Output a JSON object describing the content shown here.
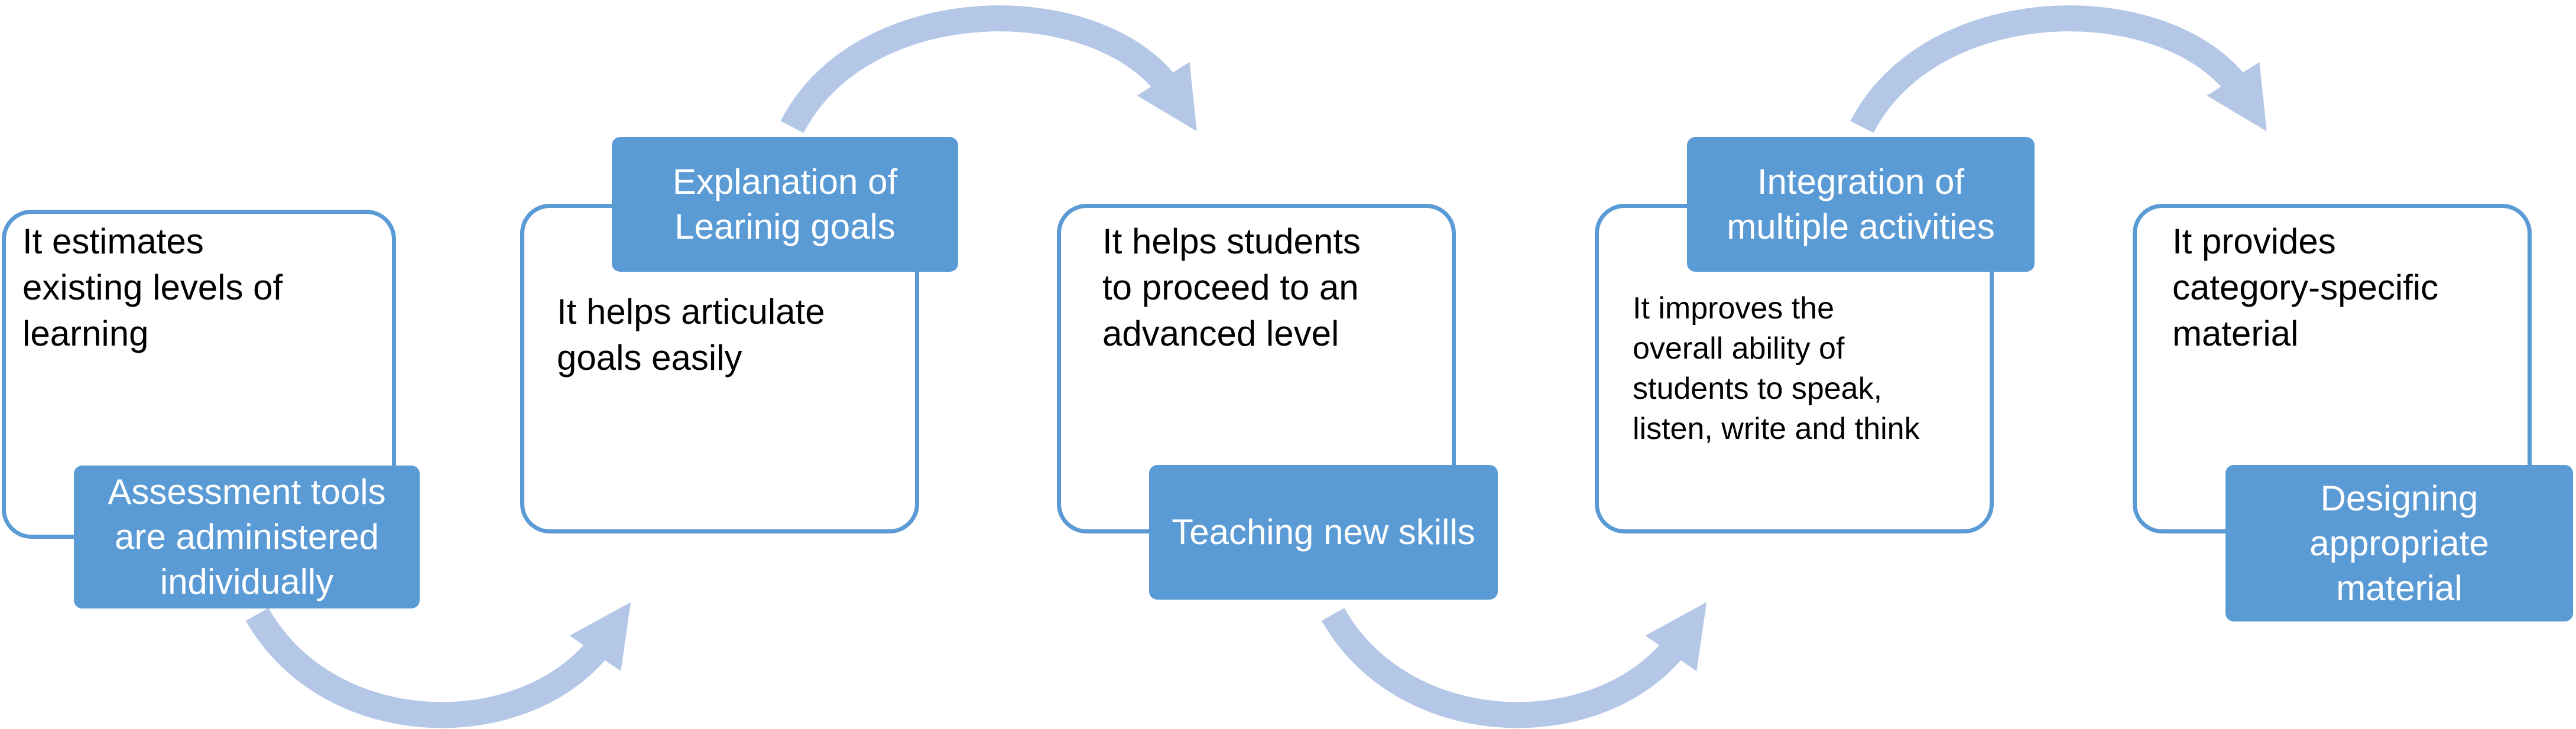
{
  "colors": {
    "box_border": "#5b9bd5",
    "label_fill": "#5b9bd5",
    "arrow_fill": "#b4c7e7",
    "label_text": "#ffffff",
    "body_text": "#000000"
  },
  "steps": [
    {
      "description": "It estimates\nexisting levels of\nlearning",
      "label": "Assessment tools\nare administered\nindividually"
    },
    {
      "description": "It helps articulate\ngoals easily",
      "label": "Explanation of\nLearinig goals"
    },
    {
      "description": "It helps students\nto proceed to an\nadvanced level",
      "label": "Teaching new skills"
    },
    {
      "description": "It improves the\noverall ability of\nstudents to speak,\nlisten, write and think",
      "label": "Integration of\nmultiple activities"
    },
    {
      "description": "It provides\ncategory-specific\nmaterial",
      "label": "Designing\nappropriate\nmaterial"
    }
  ]
}
